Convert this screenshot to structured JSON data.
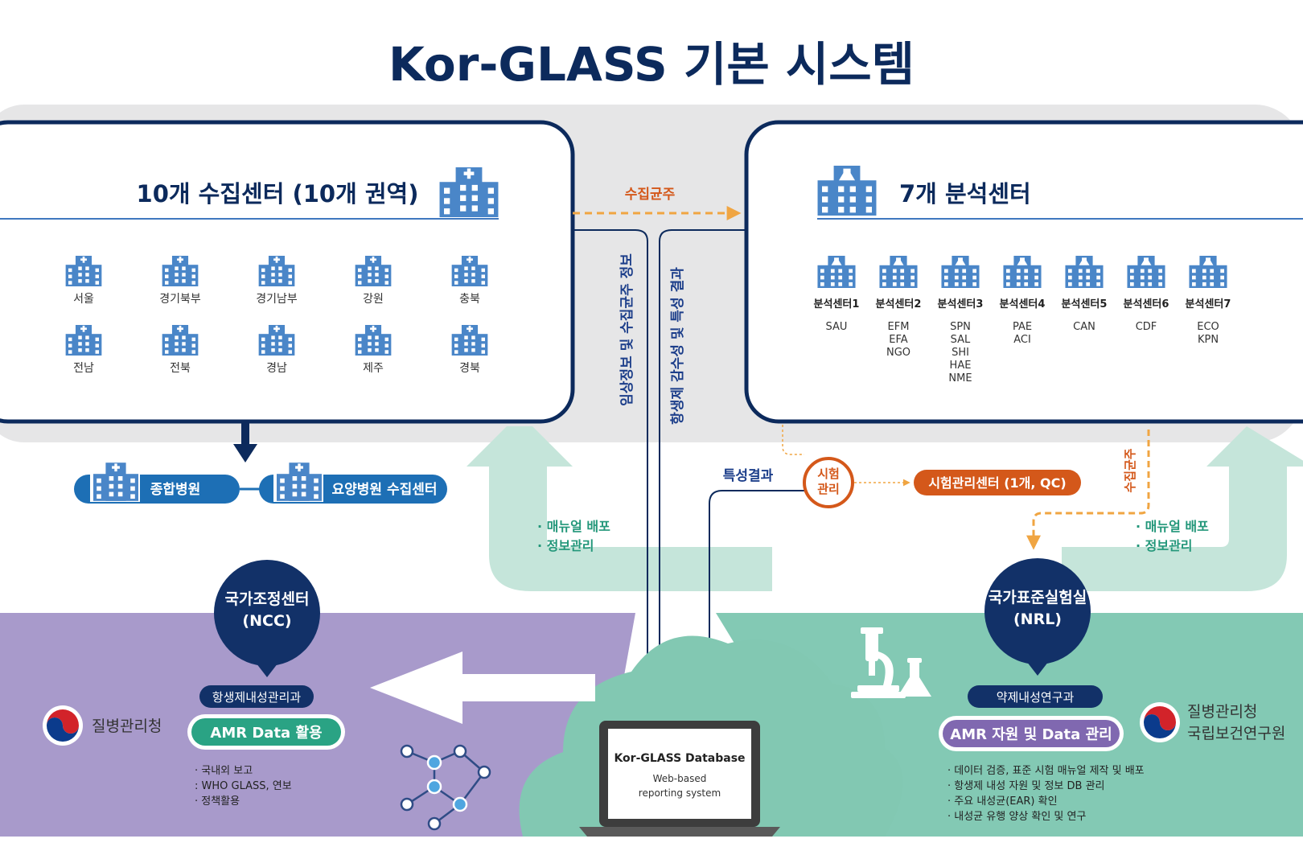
{
  "title": "Kor-GLASS 기본 시스템",
  "collection": {
    "title": "10개 수집센터 (10개 권역)",
    "regions": [
      "서울",
      "경기북부",
      "경기남부",
      "강원",
      "충북",
      "전남",
      "전북",
      "경남",
      "제주",
      "경북"
    ]
  },
  "analysis": {
    "title": "7개 분석센터",
    "centers": [
      {
        "name": "분석센터1",
        "codes": [
          "SAU"
        ]
      },
      {
        "name": "분석센터2",
        "codes": [
          "EFM",
          "EFA",
          "NGO"
        ]
      },
      {
        "name": "분석센터3",
        "codes": [
          "SPN",
          "SAL",
          "SHI",
          "HAE",
          "NME"
        ]
      },
      {
        "name": "분석센터4",
        "codes": [
          "PAE",
          "ACI"
        ]
      },
      {
        "name": "분석센터5",
        "codes": [
          "CAN"
        ]
      },
      {
        "name": "분석센터6",
        "codes": [
          "CDF"
        ]
      },
      {
        "name": "분석센터7",
        "codes": [
          "ECO",
          "KPN"
        ]
      }
    ]
  },
  "flows": {
    "isolate_top": "수집균주",
    "clinical_info": "임상정보 및 수집균주 정보",
    "susceptibility": "항생제 감수성 및 특성 결과",
    "characterization": "특성결과",
    "test_mgmt": "시험 관리",
    "test_center": "시험관리센터 (1개, QC)",
    "isolate_right": "수집균주"
  },
  "hospitals": {
    "general": "종합병원",
    "nursing": "요양병원 수집센터"
  },
  "left_bullets": [
    "· 매뉴얼 배포",
    "· 정보관리"
  ],
  "right_bullets": [
    "· 매뉴얼 배포",
    "· 정보관리"
  ],
  "ncc": {
    "name_line1": "국가조정센터",
    "name_line2": "(NCC)",
    "dept": "항생제내성관리과",
    "pill": "AMR Data 활용",
    "bullets": [
      "·  국내외 보고",
      "  : WHO GLASS, 연보",
      "·  정책활용"
    ],
    "agency": "질병관리청"
  },
  "nrl": {
    "name_line1": "국가표준실험실",
    "name_line2": "(NRL)",
    "dept": "약제내성연구과",
    "pill": "AMR 자원 및 Data 관리",
    "bullets": [
      "·  데이터 검증, 표준 시험 매뉴얼 제작 및 배포",
      "·  항생제 내성 자원 및 정보 DB 관리",
      "·  주요 내성균(EAR) 확인",
      "·  내성균 유행 양상 확인 및 연구"
    ],
    "agency_line1": "질병관리청",
    "agency_line2": "국립보건연구원"
  },
  "database": {
    "title": "Kor-GLASS Database",
    "sub1": "Web-based",
    "sub2": "reporting system"
  },
  "colors": {
    "navy": "#0c2a5c",
    "blue": "#3f78bf",
    "orange": "#d4581a",
    "dash_orange": "#f0a542",
    "green": "#2aa384",
    "purple_bg": "#a89acb",
    "teal_bg": "#83c9b4",
    "mint_arrow": "#c5e5da"
  }
}
